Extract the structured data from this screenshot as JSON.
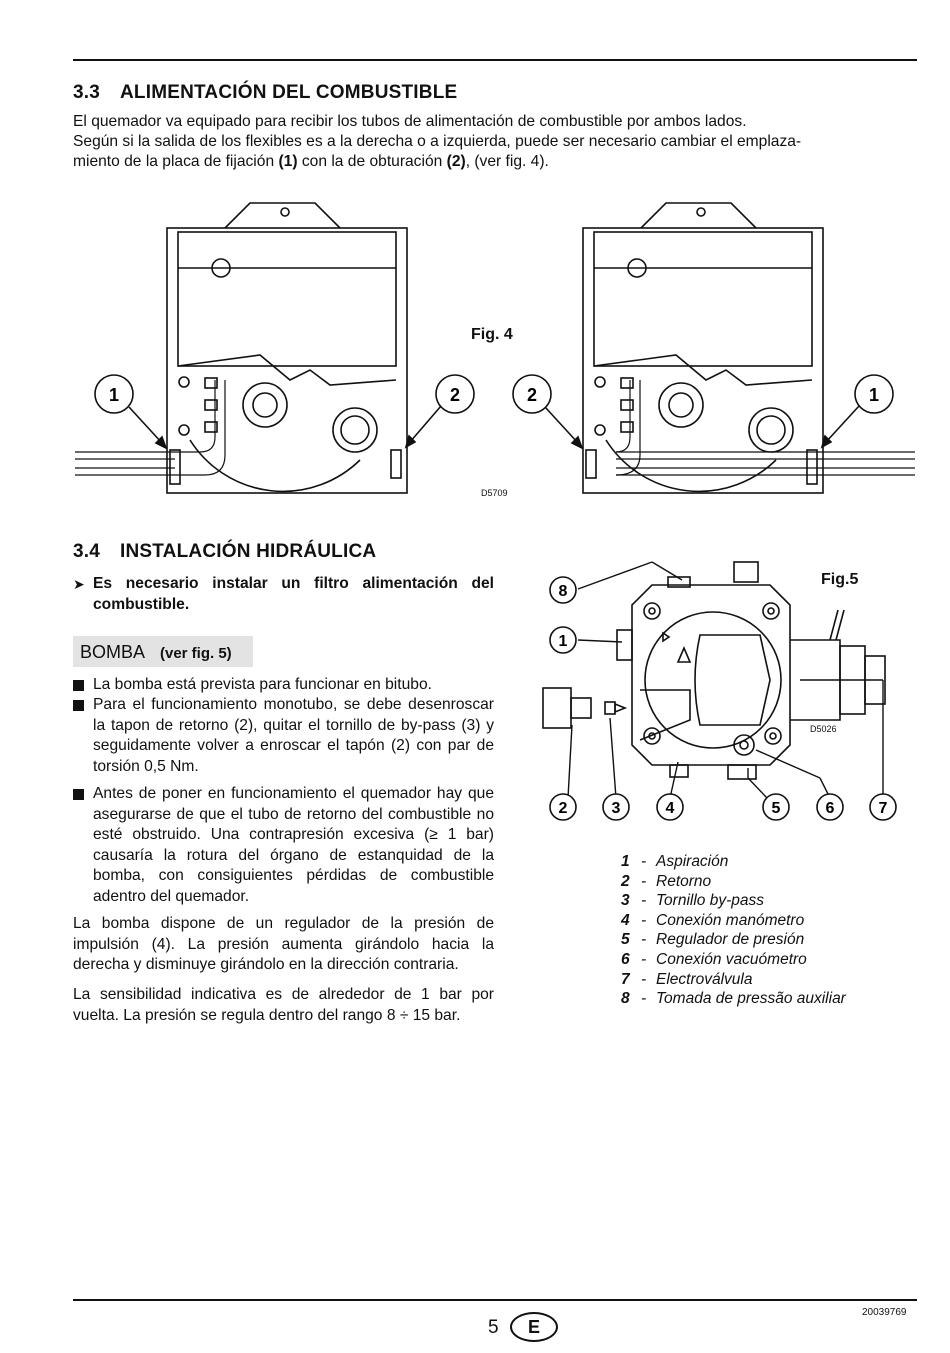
{
  "section33": {
    "number": "3.3",
    "title": "ALIMENTACIÓN DEL COMBUSTIBLE",
    "line1": "El quemador va equipado para recibir los tubos de alimentación de combustible por ambos lados.",
    "line2": "Según si la salida de los flexibles es a la derecha o a izquierda, puede ser necesario cambiar el emplaza-",
    "line3_a": "miento de la placa de fijación ",
    "line3_b": "(1)",
    "line3_c": " con la de obturación ",
    "line3_d": "(2)",
    "line3_e": ", (ver fig. 4)."
  },
  "fig4": {
    "label": "Fig. 4",
    "code": "D5709",
    "callouts": [
      "1",
      "2",
      "2",
      "1"
    ]
  },
  "section34": {
    "number": "3.4",
    "title": "INSTALACIÓN HIDRÁULICA",
    "note": "Es necesario instalar un filtro alimentación del combustible.",
    "bomba_title": "BOMBA",
    "bomba_ref": "(ver fig. 5)",
    "bullet1": "La bomba está prevista para funcionar en bitubo.",
    "bullet2": "Para el funcionamiento monotubo, se debe desenroscar la tapon de retorno (2), quitar el tornillo de by-pass (3) y seguidamente volver a enroscar el tapón (2) con par de torsión 0,5 Nm.",
    "bullet3": "Antes de poner en funcionamiento el quemador hay que asegurarse de que el tubo de retorno del combustible no esté obstruido. Una contrapresión excesiva (≥ 1 bar) causaría la rotura del órgano de estanquidad de la bomba, con consiguientes pérdidas de combustible adentro del quemador.",
    "para1": "La bomba dispone de un regulador de la presión de impulsión (4). La presión aumenta girándolo hacia la derecha y disminuye girándolo en la dirección contraria.",
    "para2": "La sensibilidad indicativa es de alrededor de 1 bar por vuelta. La presión se regula dentro del rango 8 ÷ 15 bar."
  },
  "fig5": {
    "label": "Fig.5",
    "code": "D5026",
    "callouts": [
      "8",
      "1",
      "2",
      "3",
      "4",
      "5",
      "6",
      "7"
    ]
  },
  "legend": [
    {
      "n": "1",
      "label": "Aspiración"
    },
    {
      "n": "2",
      "label": "Retorno"
    },
    {
      "n": "3",
      "label": "Tornillo by-pass"
    },
    {
      "n": "4",
      "label": "Conexión manómetro"
    },
    {
      "n": "5",
      "label": "Regulador de presión"
    },
    {
      "n": "6",
      "label": "Conexión vacuómetro"
    },
    {
      "n": "7",
      "label": "Electroválvula"
    },
    {
      "n": "8",
      "label": "Tomada de pressão auxiliar"
    }
  ],
  "footer": {
    "page": "5",
    "lang": "E",
    "doc_code": "20039769"
  }
}
